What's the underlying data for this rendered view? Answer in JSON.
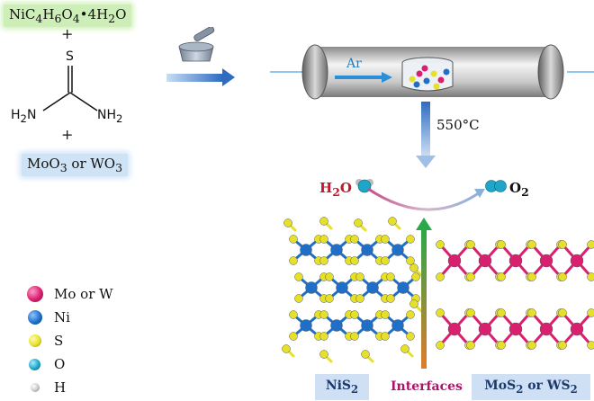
{
  "reagents": {
    "nickel_source_parts": [
      "NiC",
      "4",
      "H",
      "6",
      "O",
      "4",
      "•4H",
      "2",
      "O"
    ],
    "plus_1": "+",
    "plus_2": "+",
    "thiourea_S": "S",
    "thiourea_left": [
      "H",
      "2",
      "N"
    ],
    "thiourea_right": [
      "NH",
      "2"
    ],
    "mo_w_source_parts": [
      "MoO",
      "3",
      " or WO",
      "3"
    ]
  },
  "furnace": {
    "gas": "Ar",
    "temperature": "550°C"
  },
  "reaction": {
    "reactant_parts": [
      "H",
      "2",
      "O"
    ],
    "product_parts": [
      "O",
      "2"
    ]
  },
  "legend": [
    {
      "label": "Mo or W",
      "color": "#d8206f",
      "icon": "pink-sphere-icon"
    },
    {
      "label": "Ni",
      "color": "#1f6fc9",
      "icon": "blue-sphere-icon"
    },
    {
      "label": "S",
      "color": "#e6e02a",
      "icon": "yellow-sphere-icon"
    },
    {
      "label": "O",
      "color": "#1ea6c8",
      "icon": "cyan-sphere-icon"
    },
    {
      "label": "H",
      "color": "#c8c8c8",
      "icon": "gray-sphere-icon"
    }
  ],
  "structure_labels": {
    "left_parts": [
      "NiS",
      "2"
    ],
    "middle": "Interfaces",
    "right_parts": [
      "MoS",
      "2",
      " or WS",
      "2"
    ]
  },
  "colors": {
    "ni": "#1f6fc9",
    "mo": "#d8206f",
    "s": "#e6e02a",
    "o": "#1ea6c8",
    "h": "#c8c8c8",
    "label_bg": "#cfe0f5"
  }
}
